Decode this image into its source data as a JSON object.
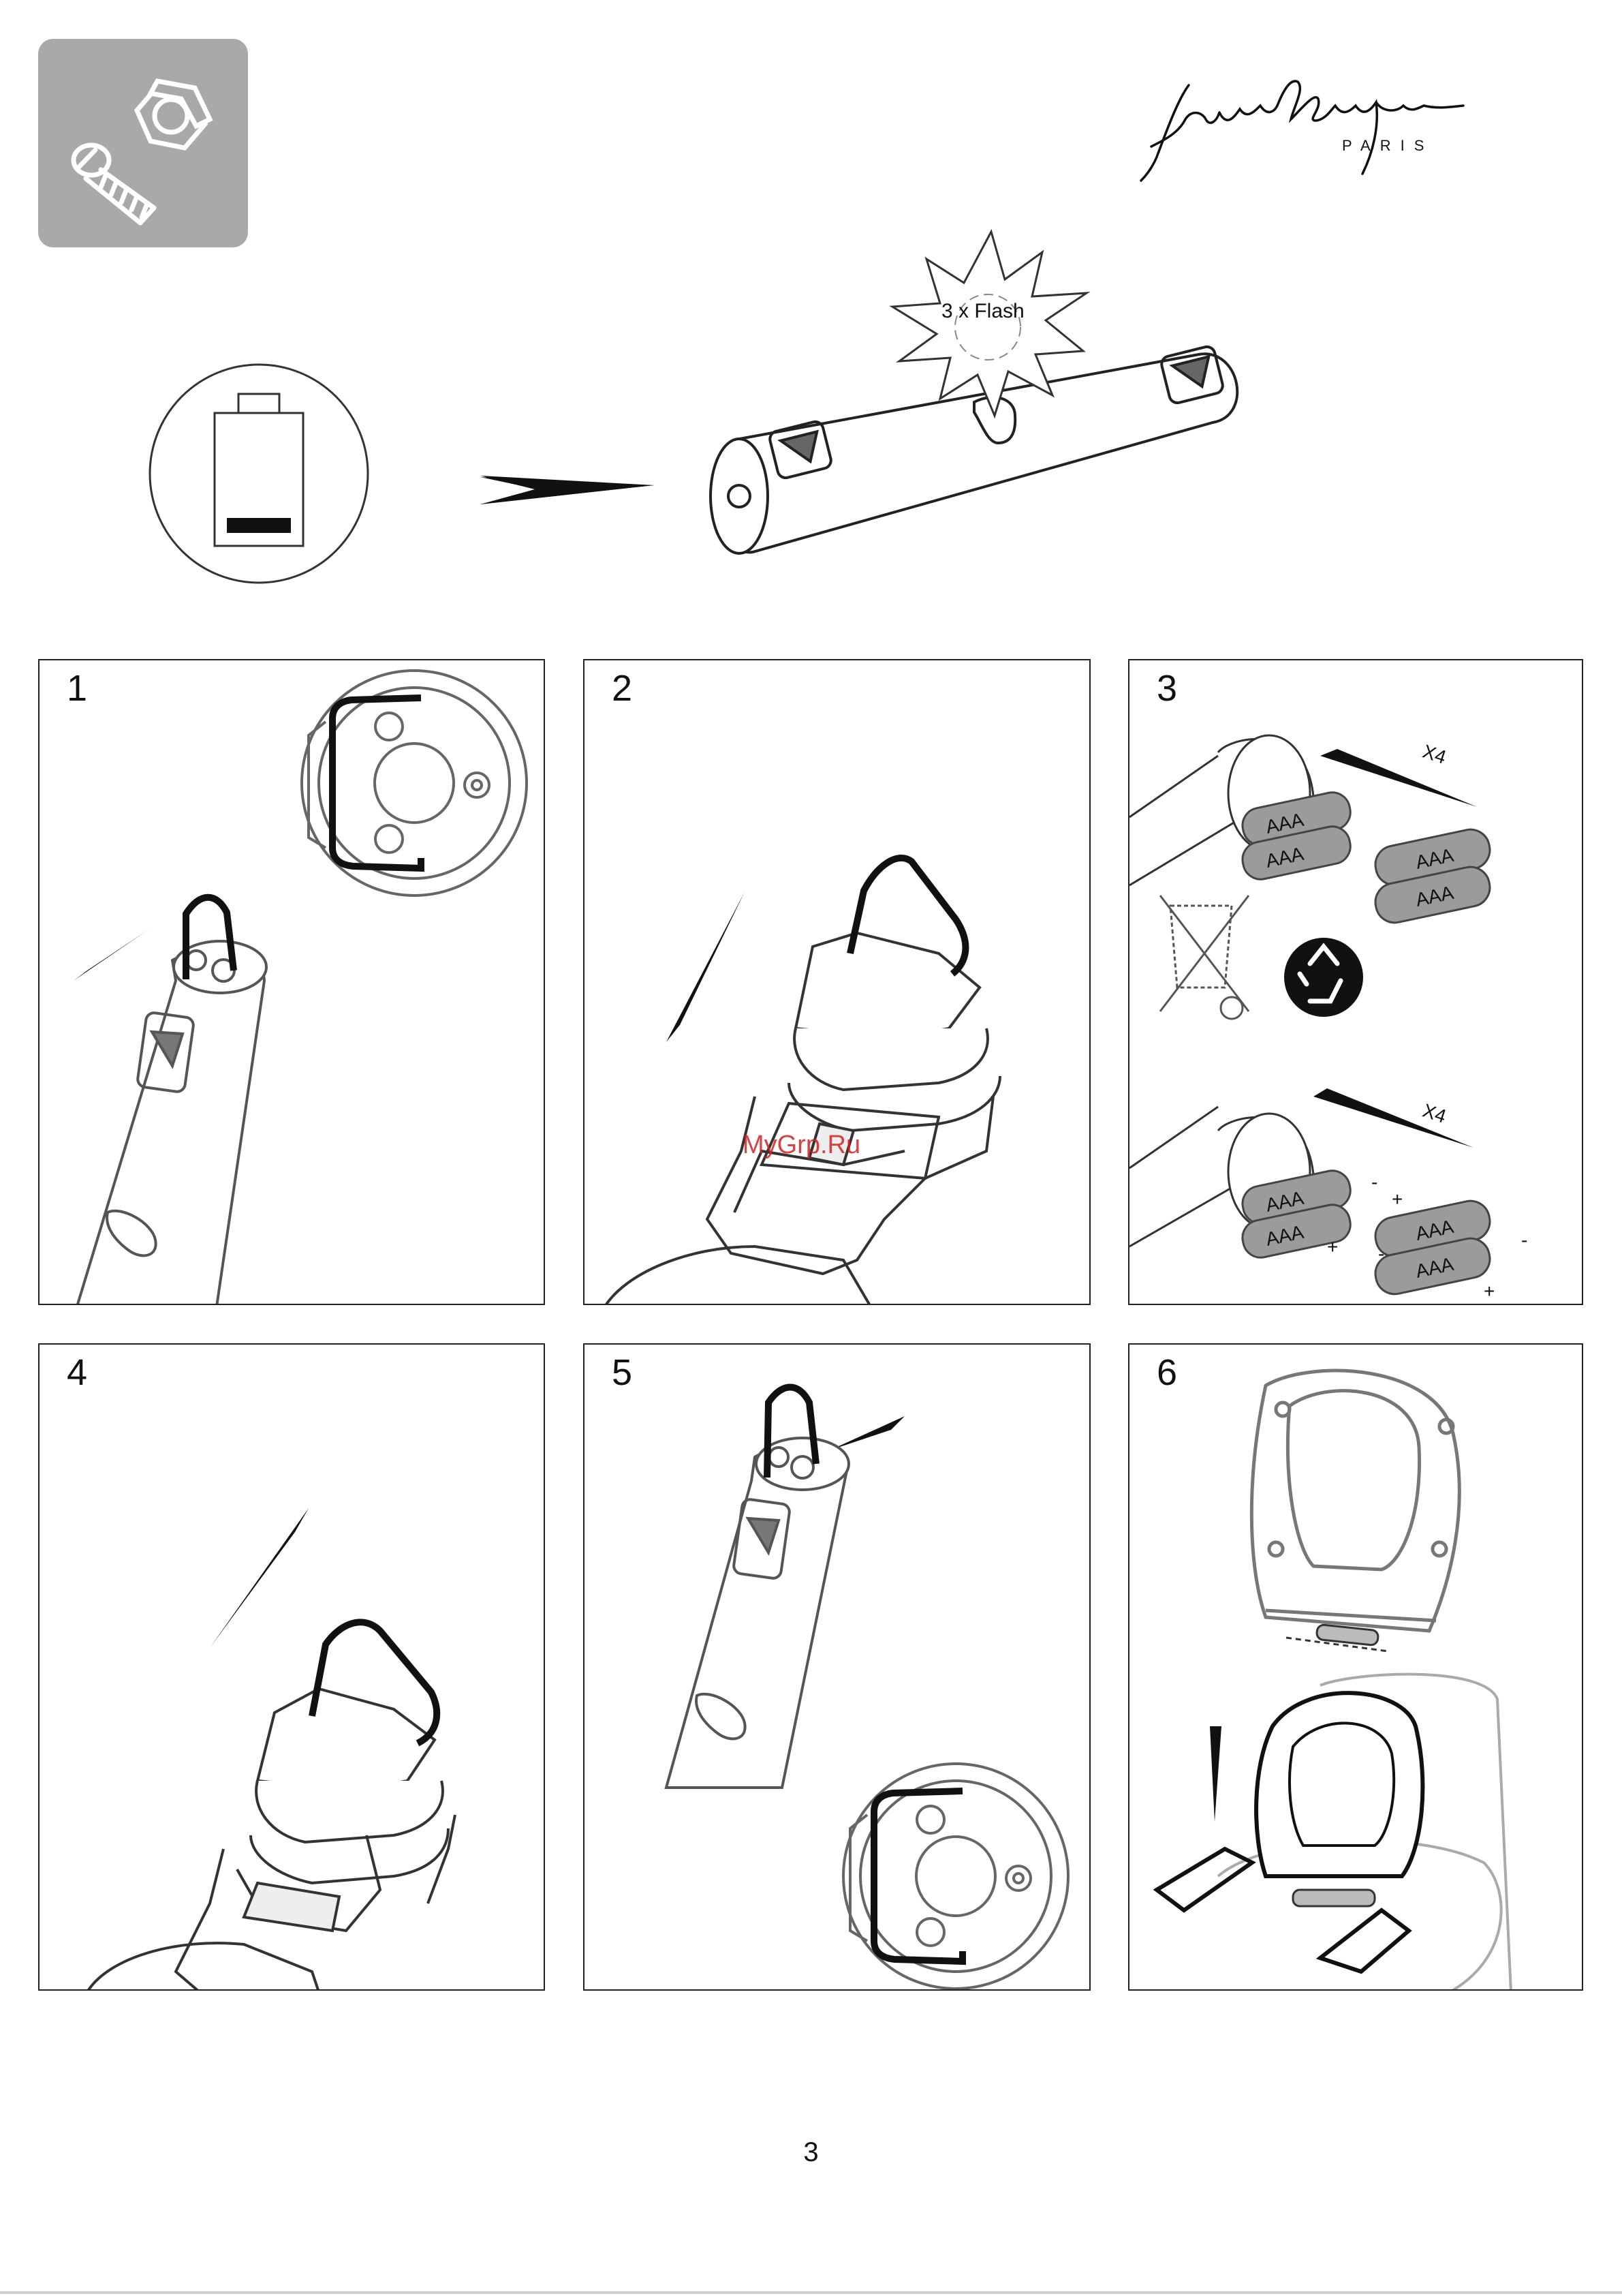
{
  "brand": {
    "logo_alt": "Jacob Delafon",
    "city": "PARIS"
  },
  "header": {
    "tool_icon": "nut-and-bolt-icon",
    "battery_icon": "low-battery-icon",
    "flash_label": "3 x Flash"
  },
  "steps": [
    {
      "number": "1"
    },
    {
      "number": "2",
      "watermark": "MyGrp.Ru"
    },
    {
      "number": "3",
      "battery_label": "AAA",
      "count_label": "X4",
      "recycle_icon": "recycle-icon",
      "bin_icon": "crossed-bin-icon",
      "plus": "+",
      "minus": "-"
    },
    {
      "number": "4"
    },
    {
      "number": "5"
    },
    {
      "number": "6"
    }
  ],
  "page_number": "3"
}
